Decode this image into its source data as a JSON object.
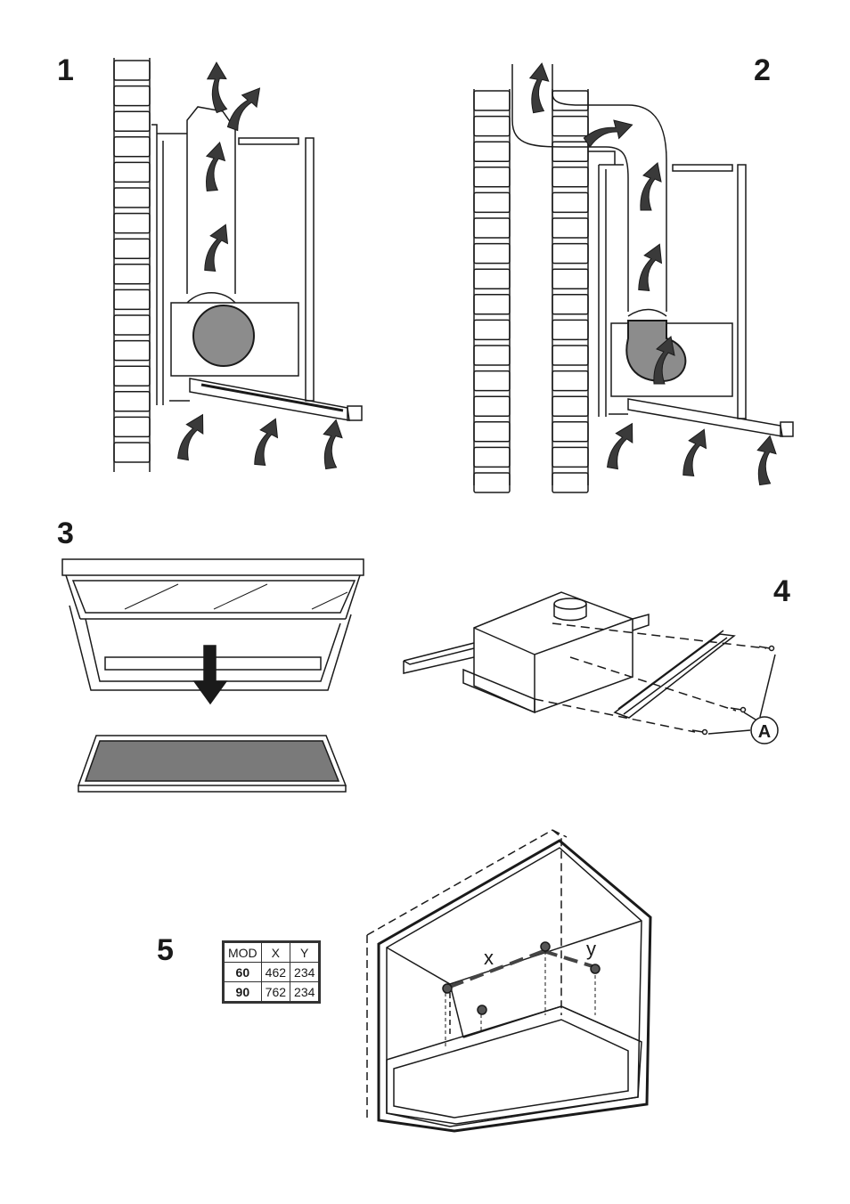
{
  "figures": [
    {
      "id": "1",
      "label": "1"
    },
    {
      "id": "2",
      "label": "2"
    },
    {
      "id": "3",
      "label": "3"
    },
    {
      "id": "4",
      "label": "4"
    },
    {
      "id": "5",
      "label": "5"
    }
  ],
  "callouts": {
    "part_a": "A"
  },
  "dimension_labels": {
    "x": "x",
    "y": "y"
  },
  "model_table": {
    "headers": [
      "MOD",
      "X",
      "Y"
    ],
    "rows": [
      {
        "mod": "60",
        "x": "462",
        "y": "234"
      },
      {
        "mod": "90",
        "x": "762",
        "y": "234"
      }
    ]
  },
  "colors": {
    "line": "#1a1a1a",
    "fill_gray": "#8c8c8c",
    "arrow": "#3a3a3a"
  }
}
